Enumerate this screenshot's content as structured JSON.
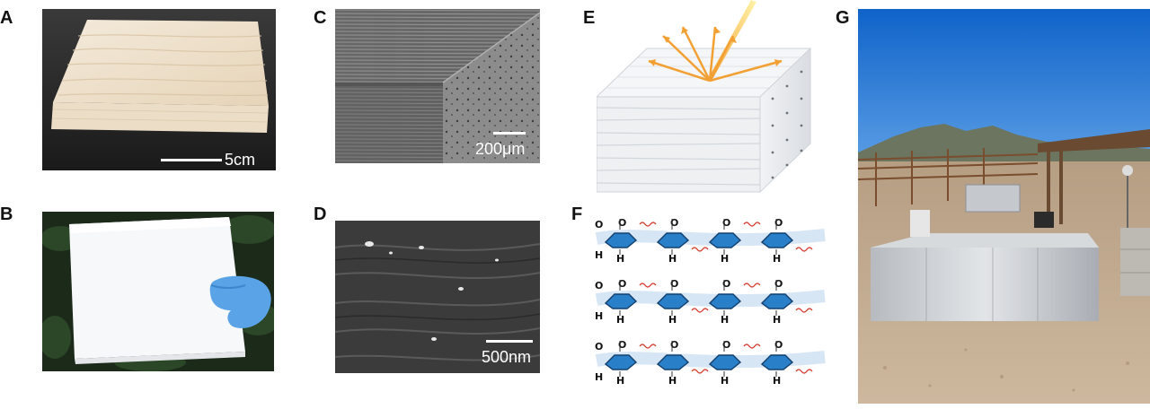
{
  "figure": {
    "panel_labels": {
      "a": "A",
      "b": "B",
      "c": "C",
      "d": "D",
      "e": "E",
      "f": "F",
      "g": "G"
    },
    "scale_bars": {
      "a": "5cm",
      "c": "200μm",
      "d": "500nm"
    },
    "chem": {
      "oxygen": "O",
      "hydrogen": "H"
    },
    "colors": {
      "wood_light": "#efe3cf",
      "wood_grain": "#d8c3a3",
      "sem_gray": "#8a8a8a",
      "sky": "#1f74d6",
      "foil": "#c9ccd0",
      "sun_ray": "#f2a033",
      "sugar_ring": "#2a7fc9",
      "ir_wave": "#d83a2e"
    }
  }
}
